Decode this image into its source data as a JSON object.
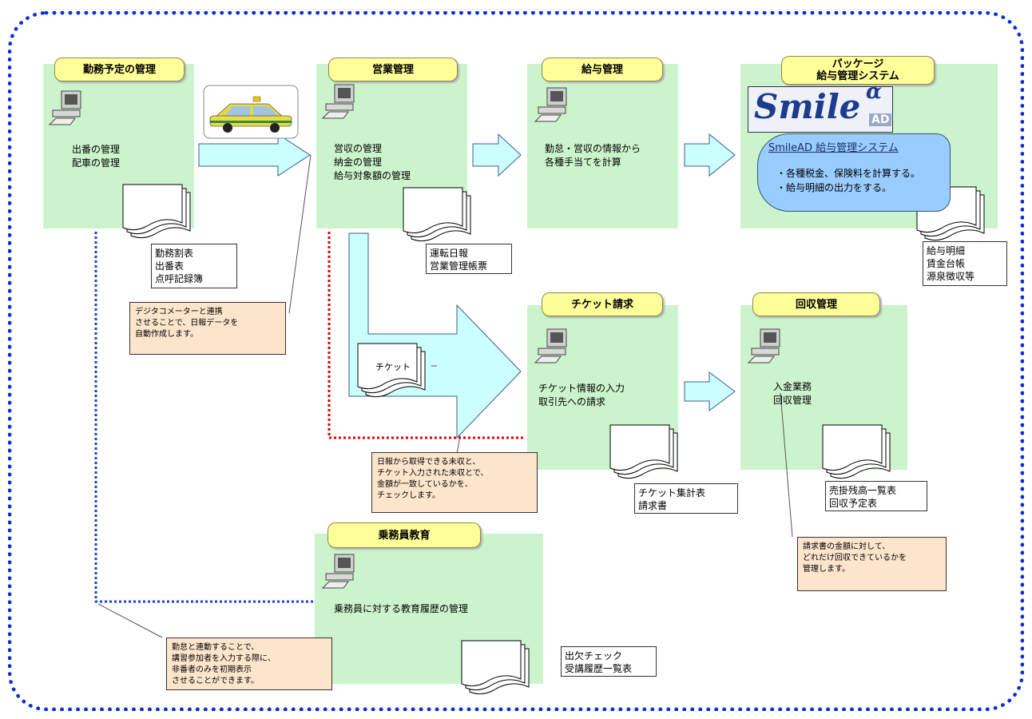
{
  "panels": {
    "kinmu": {
      "title": "勤務予定の管理",
      "lines": "出番の管理\n配車の管理",
      "doc": "勤務割表\n出番表\n点呼記録簿"
    },
    "eigyo": {
      "title": "営業管理",
      "lines": "営収の管理\n納金の管理\n給与対象額の管理",
      "doc": "運転日報\n営業管理帳票"
    },
    "kyuyo": {
      "title": "給与管理",
      "lines": "勤怠・営収の情報から\n各種手当てを計算"
    },
    "package": {
      "title": "パッケージ\n給与管理システム",
      "logo": "Smile",
      "logo_sup": "α",
      "logo_sub": "AD",
      "system_name": "SmileAD 給与管理システム",
      "system_lines": "・各種税金、保険料を計算する。\n・給与明細の出力をする。",
      "doc": "給与明細\n賃金台帳\n源泉徴収等"
    },
    "ticket": {
      "title": "チケット請求",
      "lines": "チケット情報の入力\n取引先への請求",
      "doc": "チケット集計表\n請求書",
      "ticket_label": "チケット"
    },
    "kaishu": {
      "title": "回収管理",
      "lines": "入金業務\n回収管理",
      "doc": "売掛残高一覧表\n回収予定表"
    },
    "kyoiku": {
      "title": "乗務員教育",
      "lines": "乗務員に対する教育履歴の管理",
      "doc": "出欠チェック\n受講履歴一覧表"
    }
  },
  "notes": {
    "digital": "デジタコメーターと連携\nさせることで、日報データを\n自動作成します。",
    "match": "日報から取得できる未収と、\nチケット入力された未収とで、\n金額が一致しているかを、\nチェックします。",
    "collect": "請求書の金額に対して、\nどれだけ回収できているかを\n管理します。",
    "attend": "勤怠と連動することで、\n講習参加者を入力する際に、\n非番者のみを初期表示\nさせることができます。"
  },
  "colors": {
    "frame": "#0a2fd6",
    "panel": "#ccf4cc",
    "title": "#ffff99",
    "arrow": "#ccffff",
    "note": "#fde5cc",
    "system": "#99ccff",
    "red_dotted": "#e00000"
  },
  "icons": {
    "pc": "computer-icon",
    "docs": "document-stack-icon",
    "taxi": "taxi-icon"
  }
}
